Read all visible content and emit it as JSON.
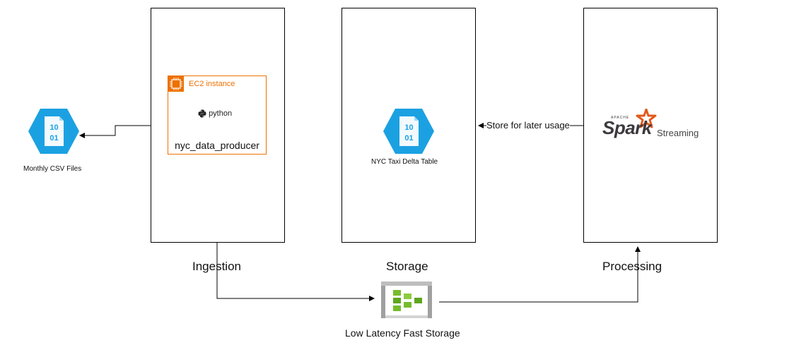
{
  "ingestion": {
    "section_label": "Ingestion",
    "ec2": {
      "title": "EC2 instance",
      "python_label": "python",
      "producer_name": "nyc_data_producer"
    }
  },
  "csv": {
    "label": "Monthly CSV Files",
    "glyph_top": "10",
    "glyph_bottom": "01"
  },
  "storage": {
    "section_label": "Storage",
    "delta_label": "NYC Taxi Delta Table",
    "glyph_top": "10",
    "glyph_bottom": "01"
  },
  "processing": {
    "section_label": "Processing",
    "spark_word": "Spark",
    "spark_apache": "APACHE",
    "spark_streaming": "Streaming"
  },
  "edges": {
    "store_label": "Store for later usage"
  },
  "fast_storage": {
    "label": "Low Latency Fast Storage"
  },
  "colors": {
    "aws_orange": "#ED7100",
    "azure_blue": "#1BA1E2",
    "eventhub_green": "#76BC2D",
    "spark_orange": "#E25A1C"
  },
  "icons": [
    "ec2-chip-icon",
    "python-icon",
    "data-file-icon",
    "spark-star-icon",
    "event-hub-icon"
  ]
}
